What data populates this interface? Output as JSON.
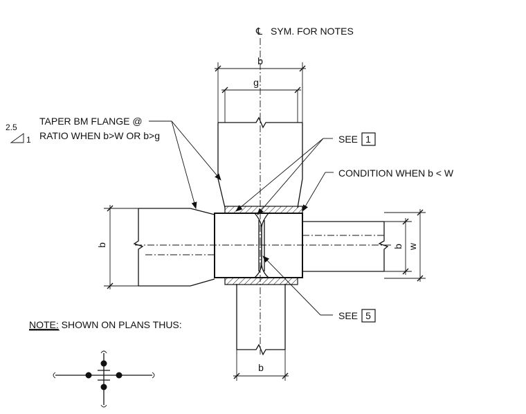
{
  "symmetry_note": "SYM. FOR NOTES",
  "centerline_symbol": "℄",
  "taper": {
    "line1": "TAPER BM FLANGE @",
    "line2": "RATIO WHEN b>W OR b>g",
    "slope_rise": "2.5",
    "slope_run": "1"
  },
  "callouts": {
    "see_1_prefix": "SEE",
    "see_1_ref": "1",
    "condition": "CONDITION WHEN b < W",
    "see_5_prefix": "SEE",
    "see_5_ref": "5"
  },
  "dimensions": {
    "top_b": "b",
    "top_g": "g",
    "left_b": "b",
    "right_b": "b",
    "right_w": "w",
    "bottom_b": "b"
  },
  "note": {
    "label": "NOTE:",
    "text": " SHOWN ON PLANS THUS:"
  }
}
